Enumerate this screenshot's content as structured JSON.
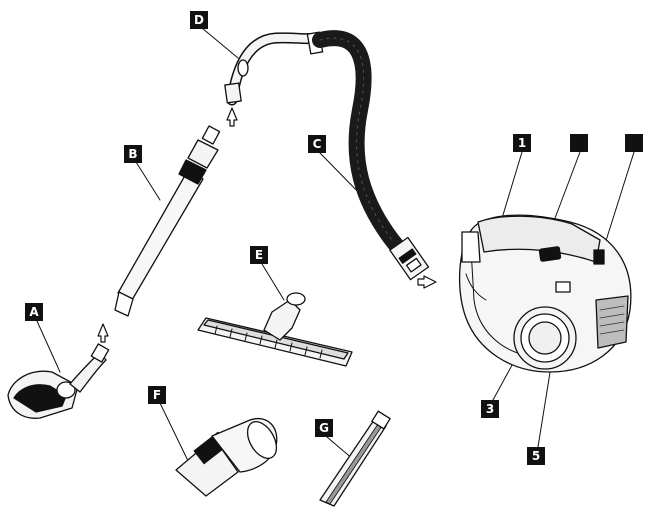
{
  "labels": {
    "a": "A",
    "b": "B",
    "c": "C",
    "d": "D",
    "e": "E",
    "f": "F",
    "g": "G",
    "n1": "1",
    "n2": "",
    "n3": "3",
    "n4": "",
    "n5": "5"
  },
  "colors": {
    "ink": "#111111",
    "paper": "#ffffff",
    "hose": "#1a1a1a",
    "part_fill": "#f4f4f4"
  }
}
